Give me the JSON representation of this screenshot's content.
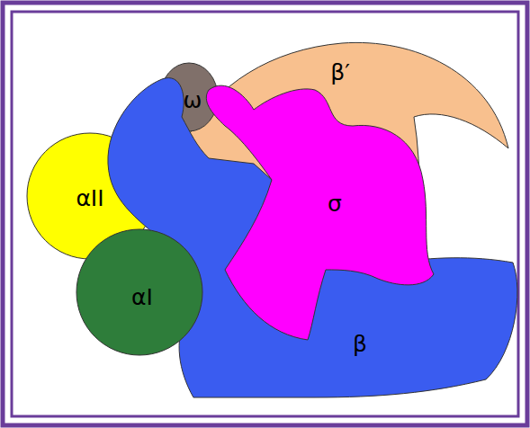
{
  "diagram": {
    "nodes": [
      {
        "text": [
          "ω"
        ]
      },
      {
        "text": [
          "β′"
        ]
      },
      {
        "text": [
          "αII"
        ]
      },
      {
        "text": [
          "σ"
        ]
      },
      {
        "text": [
          "αI"
        ]
      },
      {
        "text": [
          "β"
        ]
      }
    ]
  }
}
